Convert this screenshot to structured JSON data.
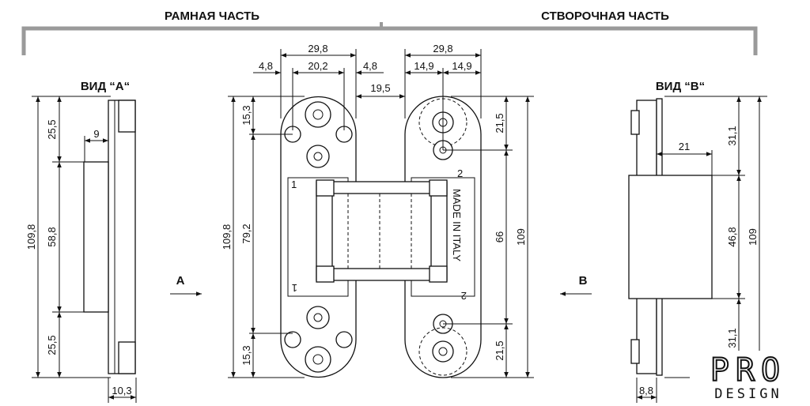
{
  "headers": {
    "frame_part": "РАМНАЯ ЧАСТЬ",
    "sash_part": "СТВОРОЧНАЯ ЧАСТЬ"
  },
  "view_a": {
    "title": "ВИД “А“",
    "total_height": "109,8",
    "top": "25,5",
    "middle": "58,8",
    "bottom": "25,5",
    "offset": "9",
    "width": "10,3"
  },
  "hinge_frame": {
    "width": "29,8",
    "side_left": "4,8",
    "center": "20,2",
    "side_right": "4,8",
    "gap": "19,5",
    "total_height": "109,8",
    "top": "15,3",
    "middle": "79,2",
    "bottom": "15,3",
    "mark_top": "1",
    "mark_bottom": "1"
  },
  "hinge_sash": {
    "width": "29,8",
    "half_left": "14,9",
    "half_right": "14,9",
    "top": "21,5",
    "middle": "66",
    "bottom": "21,5",
    "total_height": "109",
    "mark_top": "2",
    "mark_bottom": "2",
    "brand_text": "MADE IN ITALY"
  },
  "arrows": {
    "a": "A",
    "b": "B"
  },
  "view_b": {
    "title": "ВИД “B“",
    "offset": "21",
    "top": "31,1",
    "middle": "46,8",
    "bottom": "31,1",
    "total_height": "109",
    "width": "8,8"
  },
  "logo": {
    "line1": "PRO",
    "line2": "DESIGN"
  }
}
